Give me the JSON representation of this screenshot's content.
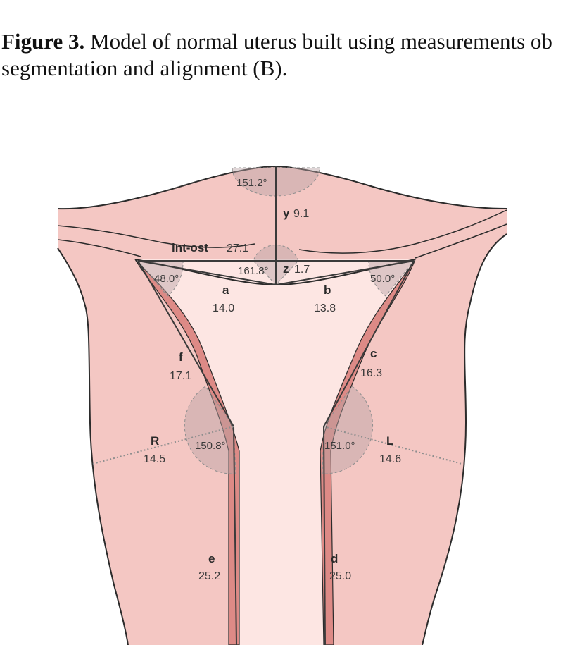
{
  "caption": {
    "label": "Figure 3.",
    "line1": "Model of normal uterus built using measurements ob",
    "line2": "segmentation and alignment (B)."
  },
  "colors": {
    "uterus_wall": "#f4c7c3",
    "uterus_outline": "#2b2b2b",
    "cavity": "#fde6e3",
    "endometrium": "#dd8a86",
    "angle_fill": "#b7a2a5",
    "measure_line": "#3a3a3a",
    "dotted_line": "#8e8e8e"
  },
  "labels": {
    "angle_fundus": "151.2°",
    "y_letter": "y",
    "y_value": "9.1",
    "intost_letter": "int-ost",
    "intost_value": "27.1",
    "angle_center": "161.8°",
    "z_letter": "z",
    "z_value": "1.7",
    "angle_left_horn": "48.0°",
    "angle_right_horn": "50.0°",
    "a_letter": "a",
    "a_value": "14.0",
    "b_letter": "b",
    "b_value": "13.8",
    "f_letter": "f",
    "f_value": "17.1",
    "c_letter": "c",
    "c_value": "16.3",
    "R_letter": "R",
    "R_value": "14.5",
    "L_letter": "L",
    "L_value": "14.6",
    "angle_left_mid": "150.8°",
    "angle_right_mid": "151.0°",
    "e_letter": "e",
    "e_value": "25.2",
    "d_letter": "d",
    "d_value": "25.0"
  }
}
